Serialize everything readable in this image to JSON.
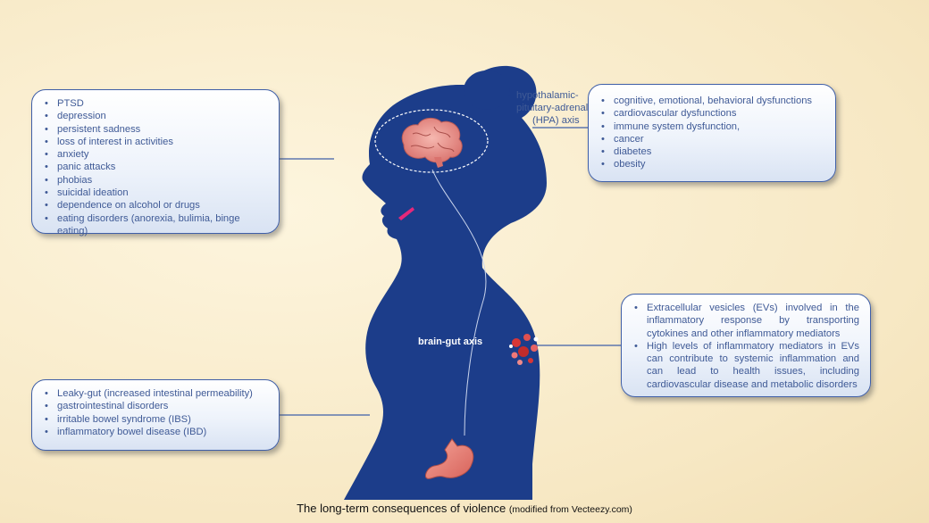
{
  "mental_health": {
    "items": [
      "PTSD",
      "depression",
      "persistent sadness",
      "loss of interest in activities",
      "anxiety",
      "panic attacks",
      "phobias",
      "suicidal ideation",
      "dependence on alcohol or drugs",
      "eating disorders (anorexia, bulimia, binge eating)"
    ]
  },
  "hpa": {
    "label_lines": [
      "hypothalamic-",
      "pituitary-adrenal",
      "(HPA) axis"
    ],
    "items": [
      "cognitive, emotional, behavioral dysfunctions",
      "cardiovascular dysfunctions",
      "immune system dysfunction,",
      "cancer",
      "diabetes",
      "obesity"
    ]
  },
  "brain_gut": {
    "label": "brain-gut axis"
  },
  "extracellular_vesicles": {
    "items": [
      "Extracellular vesicles (EVs) involved in the inflammatory response by transporting cytokines and other inflammatory mediators",
      "High levels of inflammatory mediators in EVs can contribute to systemic inflammation and can lead to health issues, including cardiovascular disease and metabolic disorders"
    ]
  },
  "gut": {
    "items": [
      "Leaky-gut (increased intestinal permeability)",
      "gastrointestinal disorders",
      "irritable bowel syndrome (IBS)",
      "inflammatory bowel disease (IBD)"
    ]
  },
  "caption": {
    "main": "The long-term consequences of violence",
    "source": "(modified from Vecteezy.com)"
  },
  "colors": {
    "background": "#faf0d2",
    "silhouette": "#1c3d8a",
    "box_border": "#3f5fa8",
    "text": "#3f5a96",
    "brain": "#e89a95",
    "stomach": "#e8847a"
  }
}
